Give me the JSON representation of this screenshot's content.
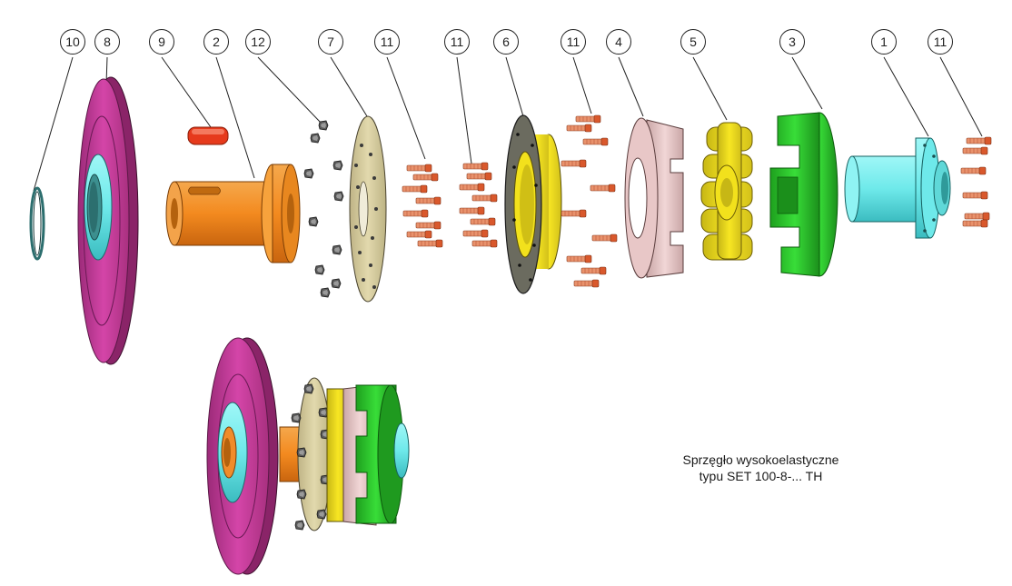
{
  "callouts": [
    {
      "label": "10",
      "target": "part-10-retaining-ring"
    },
    {
      "label": "8",
      "target": "part-8-flywheel-disc"
    },
    {
      "label": "9",
      "target": "part-9-key"
    },
    {
      "label": "2",
      "target": "part-2-hub-shaft"
    },
    {
      "label": "12",
      "target": "part-12-nuts"
    },
    {
      "label": "7",
      "target": "part-7-flange-plate"
    },
    {
      "label": "11",
      "target": "part-11-bolts-a"
    },
    {
      "label": "11",
      "target": "part-11-bolts-b"
    },
    {
      "label": "6",
      "target": "part-6-yellow-ring"
    },
    {
      "label": "11",
      "target": "part-11-bolts-c"
    },
    {
      "label": "4",
      "target": "part-4-pink-claw"
    },
    {
      "label": "5",
      "target": "part-5-elastic-element"
    },
    {
      "label": "3",
      "target": "part-3-green-claw"
    },
    {
      "label": "1",
      "target": "part-1-cyan-hub"
    },
    {
      "label": "11",
      "target": "part-11-bolts-d"
    }
  ],
  "caption": {
    "line1": "Sprzęgło wysokoelastyczne",
    "line2": "typu SET 100-8-... TH"
  },
  "colors": {
    "magenta": "#c8399a",
    "cyan": "#5fe6e6",
    "orange": "#f08c2a",
    "red_key": "#e63a1c",
    "beige": "#d9cf9f",
    "yellow": "#f2e11c",
    "pink": "#e8c7c7",
    "green": "#2fd12f",
    "dark_outline": "#2b2b2b",
    "bolt": "#e37a52"
  }
}
